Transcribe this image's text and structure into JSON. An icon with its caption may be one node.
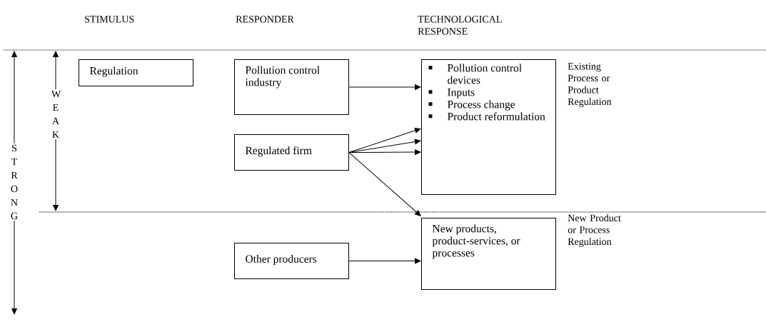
{
  "diagram": {
    "nodes": [
      {
        "text": [
          "Regulation"
        ]
      },
      {
        "text": [
          "Pollution control industry"
        ]
      },
      {
        "text": [
          "Regulated firm"
        ]
      },
      {
        "text": [
          "Other producers"
        ]
      },
      {
        "text": [
          "Pollution control devices",
          "Inputs",
          "Process change",
          "Product reformulation"
        ],
        "beside": [
          "Existing Process or Product Regulation"
        ]
      },
      {
        "text": [
          "New products, product-services, or processes"
        ],
        "beside": [
          "New Product or Process Regulation"
        ]
      }
    ],
    "edges": [
      {
        "from": 1,
        "to": 4,
        "arrow": "to"
      },
      {
        "from": 2,
        "to": 4,
        "arrow": "to"
      },
      {
        "from": 2,
        "to": 4,
        "arrow": "to"
      },
      {
        "from": 2,
        "to": 4,
        "arrow": "to"
      },
      {
        "from": 2,
        "to": 5,
        "arrow": "to"
      },
      {
        "from": 3,
        "to": 5,
        "arrow": "to"
      }
    ],
    "labels": [
      "STIMULUS",
      "RESPONDER",
      "TECHNOLOGICAL RESPONSE",
      "WEAK",
      "STRONG"
    ]
  }
}
